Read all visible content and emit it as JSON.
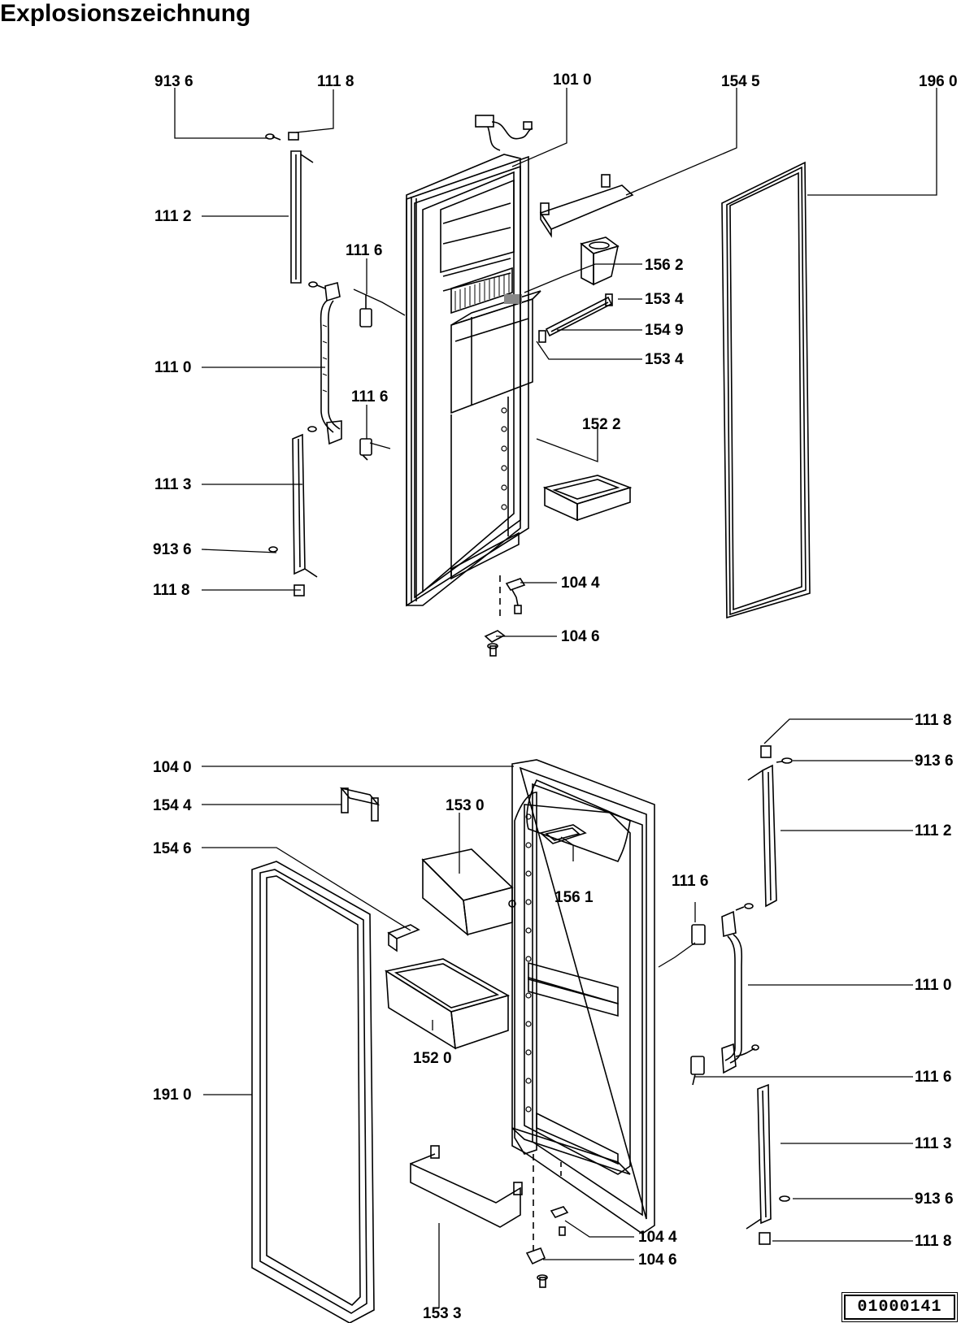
{
  "title": "Explosionszeichnung",
  "document_code": "01000141",
  "top_drawing": {
    "labels": {
      "p9136_top": "913 6",
      "p1118_top": "111 8",
      "p1010": "101 0",
      "p1545": "154 5",
      "p1960": "196 0",
      "p1112": "111 2",
      "p1116_a": "111 6",
      "p1562": "156 2",
      "p1534_a": "153 4",
      "p1549": "154 9",
      "p1534_b": "153 4",
      "p1110": "111 0",
      "p1116_b": "111 6",
      "p1522": "152 2",
      "p1113": "111 3",
      "p9136_bottom": "913 6",
      "p1118_bottom": "111 8",
      "p1044": "104 4",
      "p1046": "104 6"
    }
  },
  "bottom_drawing": {
    "labels": {
      "p1118_top": "111 8",
      "p9136_top": "913 6",
      "p1040": "104 0",
      "p1544": "154 4",
      "p1530": "153 0",
      "p1112": "111 2",
      "p1546": "154 6",
      "p1116_a": "111 6",
      "p1561": "156 1",
      "p1110": "111 0",
      "p1520": "152 0",
      "p1116_b": "111 6",
      "p1910": "191 0",
      "p1113": "111 3",
      "p9136_bottom": "913 6",
      "p1044": "104 4",
      "p1118_bottom": "111 8",
      "p1046": "104 6",
      "p1533": "153 3"
    }
  }
}
